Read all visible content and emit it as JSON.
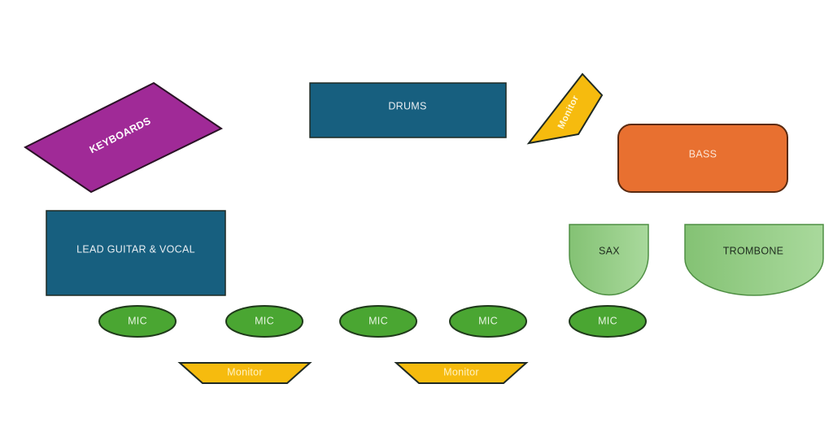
{
  "title": "Stage Plot",
  "colors": {
    "blue": "#175f7f",
    "purple": "#a02a97",
    "orange": "#e87030",
    "mic_green": "#4aa632",
    "horn_green": "#8fc97f",
    "monitor_yellow": "#f6bb0e",
    "outline": "#1f2a24"
  },
  "elements": {
    "keyboards": {
      "label": "KEYBOARDS"
    },
    "drums": {
      "label": "DRUMS"
    },
    "monitor_angled": {
      "label": "Monitor"
    },
    "bass": {
      "label": "BASS"
    },
    "lead_guitar": {
      "label": "LEAD GUITAR & VOCAL"
    },
    "sax": {
      "label": "SAX"
    },
    "trombone": {
      "label": "TROMBONE"
    },
    "mics": [
      {
        "label": "MIC"
      },
      {
        "label": "MIC"
      },
      {
        "label": "MIC"
      },
      {
        "label": "MIC"
      },
      {
        "label": "MIC"
      }
    ],
    "floor_monitors": [
      {
        "label": "Monitor"
      },
      {
        "label": "Monitor"
      }
    ]
  }
}
